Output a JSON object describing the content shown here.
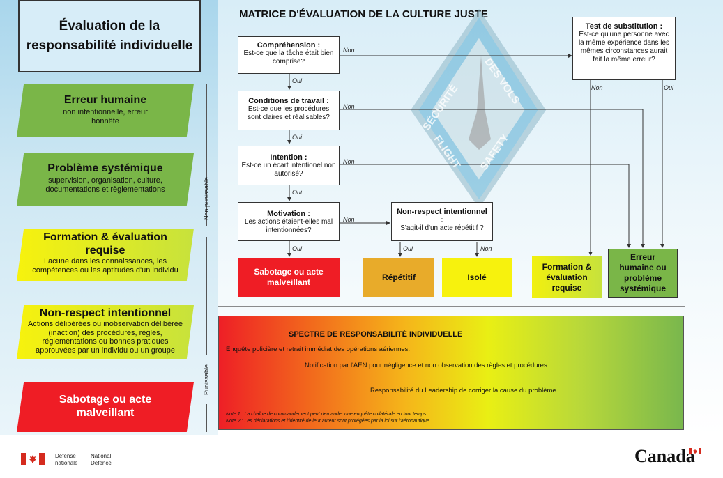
{
  "left": {
    "title": "Évaluation de la responsabilité individuelle",
    "categories": [
      {
        "title": "Erreur humaine",
        "desc": "non intentionnelle, erreur honnête"
      },
      {
        "title": "Problème systémique",
        "desc": "supervision, organisation, culture, documentations et règlementations"
      },
      {
        "title": "Formation & évaluation requise",
        "desc": "Lacune dans les connaissances, les compétences ou les aptitudes d'un individu"
      },
      {
        "title": "Non-respect intentionnel",
        "desc": "Actions délibérées ou inobservation délibérée (inaction) des procédures, règles, réglementations ou bonnes pratiques approuvées par un individu ou un groupe"
      },
      {
        "title": "Sabotage ou acte malveillant",
        "desc": ""
      }
    ],
    "label_non_punissable": "Non punissable",
    "label_punissable": "Punissable"
  },
  "matrix": {
    "title": "MATRICE D'ÉVALUATION DE LA CULTURE JUSTE",
    "q1": {
      "title": "Compréhension :",
      "text": "Est-ce que la tâche était bien comprise?"
    },
    "q2": {
      "title": "Conditions de travail :",
      "text": "Est-ce que les procédures sont claires et réalisables?"
    },
    "q3": {
      "title": "Intention :",
      "text": "Est-ce un écart intentionel non autorisé?"
    },
    "q4": {
      "title": "Motivation :",
      "text": "Les actions étaient-elles mal intentionnées?"
    },
    "q5": {
      "title": "Non-respect intentionnel :",
      "text": "S'agit-il d'un acte répétitif ?"
    },
    "q6": {
      "title": "Test de substitution :",
      "text": "Est-ce qu'une personne avec la même expérience dans les mêmes circonstances aurait fait la même erreur?"
    },
    "yes": "Oui",
    "no": "Non",
    "outcomes": {
      "sabotage": "Sabotage ou acte malveillant",
      "repetitif": "Répétitif",
      "isole": "Isolé",
      "formation": "Formation & évaluation requise",
      "erreur": "Erreur humaine ou problème systémique"
    },
    "watermark_fr1": "SÉCURITÉ",
    "watermark_fr2": "DES VOLS",
    "watermark_en1": "FLIGHT",
    "watermark_en2": "SAFETY"
  },
  "spectrum": {
    "title": "SPECTRE DE RESPONSABILITÉ INDIVIDUELLE",
    "line1": "Enquête policière et retrait immédiat des opérations aériennes.",
    "line2": "Notification par l'AEN pour négligence et non observation des règles et procédures.",
    "line3": "Responsabilité du Leadership de corriger la cause du problème.",
    "note1": "Note 1 : La chaîne de commandement peut demander une enquête collatérale en tout temps.",
    "note2": "Note 2 : Les déclarations et l'identité de leur auteur sont protégées par la loi sur l'aéronautique."
  },
  "footer": {
    "fr1": "Défense",
    "fr2": "nationale",
    "en1": "National",
    "en2": "Defence",
    "wordmark": "Canada"
  },
  "colors": {
    "green": "#7ab648",
    "yellow": "#f7f20d",
    "red": "#ef1d25",
    "orange": "#e8ab2a"
  }
}
